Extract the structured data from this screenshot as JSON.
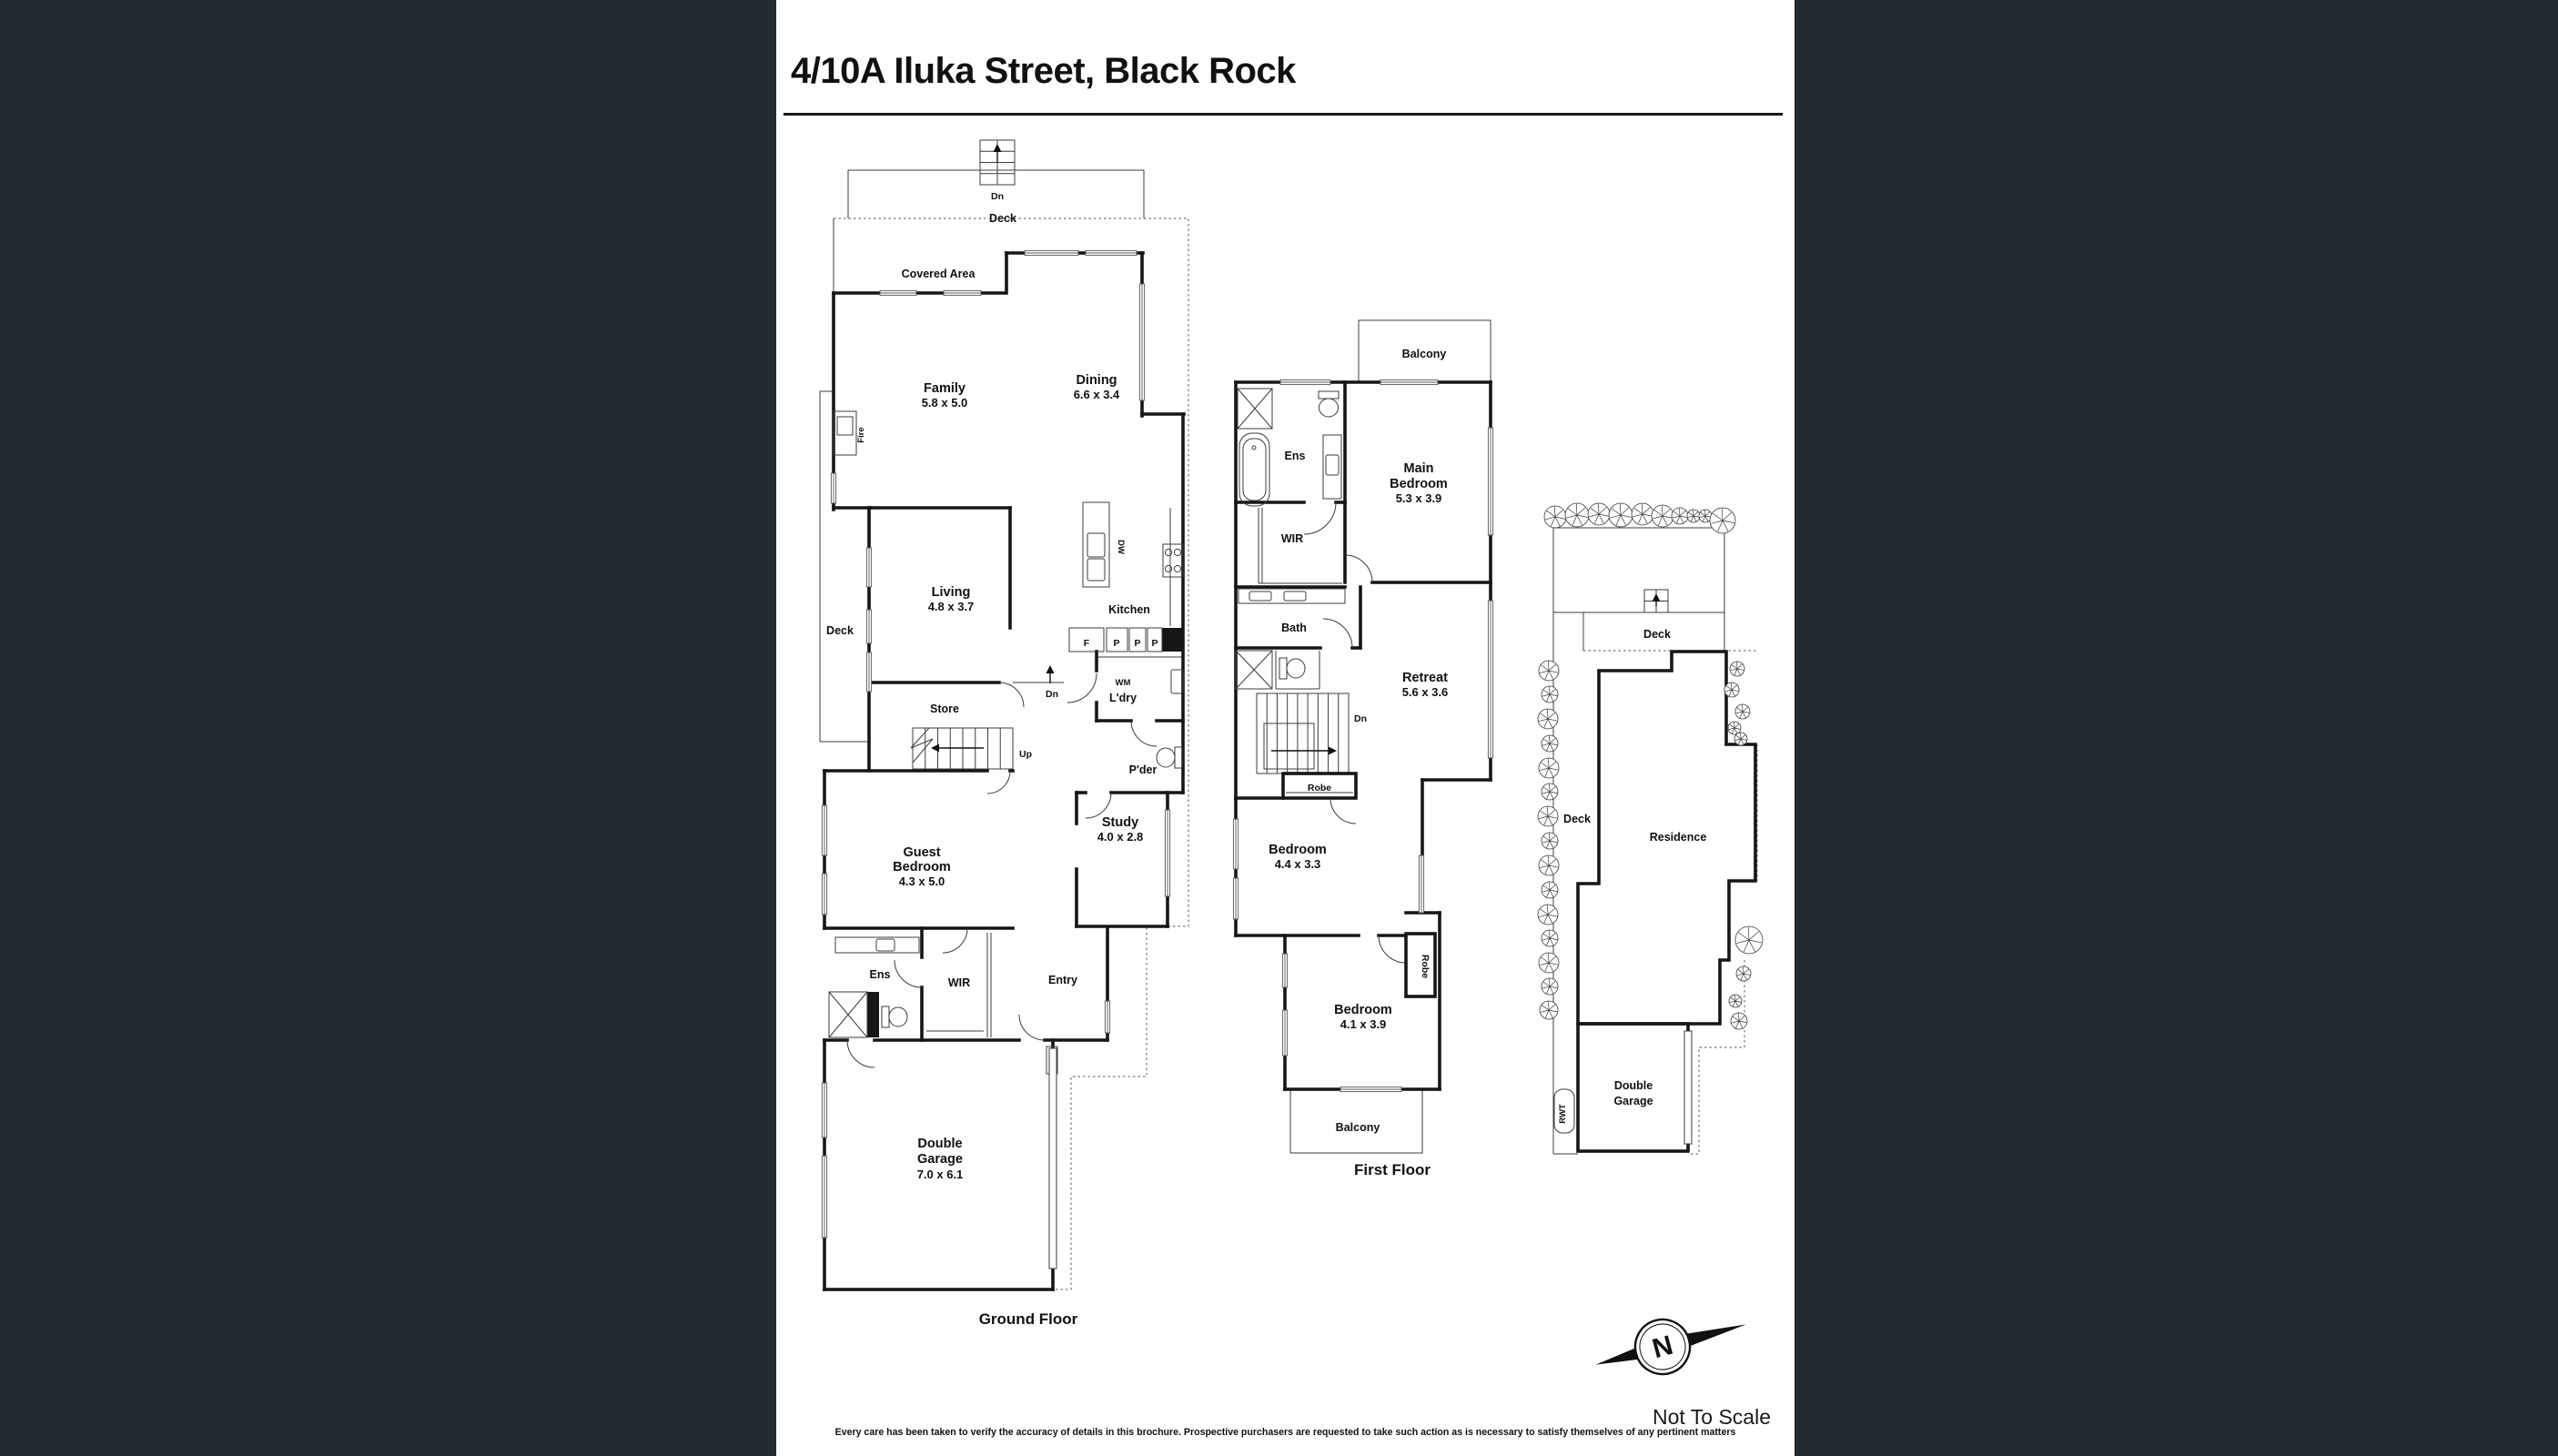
{
  "page": {
    "title": "4/10A Iluka Street, Black Rock",
    "scale_note": "Not To Scale",
    "disclaimer": "Every care has been taken to verify the accuracy of details in this brochure. Prospective purchasers are requested to take such action as is necessary to satisfy themselves of any pertinent matters",
    "background_color": "#232A31",
    "page_color": "#FFFFFF",
    "wall_color": "#161616"
  },
  "ground_floor": {
    "title": "Ground Floor",
    "labels": {
      "stair_dn": "Dn",
      "deck_top": "Deck",
      "covered_area": "Covered Area",
      "family": "Family",
      "family_dims": "5.8 x 5.0",
      "dining": "Dining",
      "dining_dims": "6.6 x 3.4",
      "fire": "Fire",
      "living": "Living",
      "living_dims": "4.8 x 3.7",
      "deck_left": "Deck",
      "kitchen": "Kitchen",
      "dw": "DW",
      "fridge": "F",
      "pantry_1": "P",
      "pantry_2": "P",
      "pantry_3": "P",
      "dn_mid": "Dn",
      "wm": "WM",
      "laundry": "L'dry",
      "store": "Store",
      "up": "Up",
      "powder": "P'der",
      "guest_line1": "Guest",
      "guest_line2": "Bedroom",
      "guest_dims": "4.3 x 5.0",
      "study": "Study",
      "study_dims": "4.0 x 2.8",
      "ens": "Ens",
      "wir": "WIR",
      "entry": "Entry",
      "garage_line1": "Double",
      "garage_line2": "Garage",
      "garage_dims": "7.0 x 6.1"
    }
  },
  "first_floor": {
    "title": "First Floor",
    "labels": {
      "balcony_top": "Balcony",
      "ens": "Ens",
      "main_line1": "Main",
      "main_line2": "Bedroom",
      "main_dims": "5.3 x 3.9",
      "wir": "WIR",
      "bath": "Bath",
      "retreat": "Retreat",
      "retreat_dims": "5.6 x 3.6",
      "dn": "Dn",
      "robe_understair": "Robe",
      "bed2": "Bedroom",
      "bed2_dims": "4.4 x 3.3",
      "robe_side": "Robe",
      "bed3": "Bedroom",
      "bed3_dims": "4.1 x 3.9",
      "balcony_bottom": "Balcony"
    }
  },
  "site_plan": {
    "labels": {
      "deck_top": "Deck",
      "deck_left": "Deck",
      "residence": "Residence",
      "garage_line1": "Double",
      "garage_line2": "Garage",
      "rwt": "RWT"
    }
  },
  "compass": {
    "north": "N"
  }
}
